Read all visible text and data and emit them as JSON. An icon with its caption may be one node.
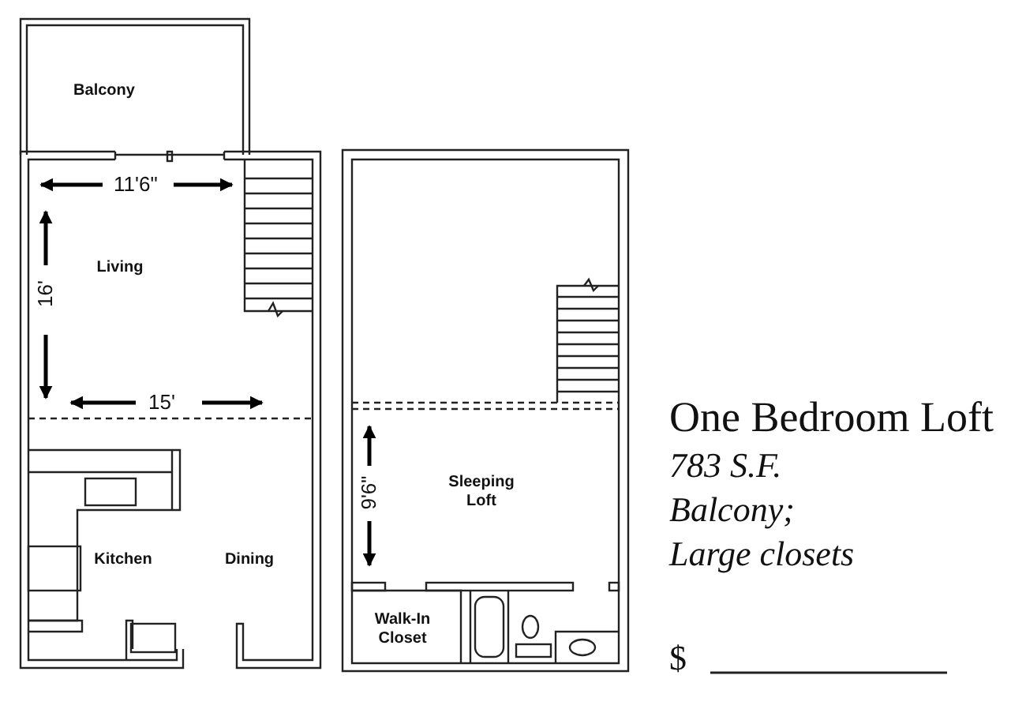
{
  "diagram": {
    "title": "One Bedroom Loft",
    "labels": [
      "Balcony",
      "11'6\"",
      "Living",
      "16'",
      "15'",
      "Kitchen",
      "Dining",
      "9'6\"",
      "Sleeping Loft",
      "Walk-In Closet",
      "783 S.F.",
      "Balcony;",
      "Large closets",
      "$"
    ]
  }
}
